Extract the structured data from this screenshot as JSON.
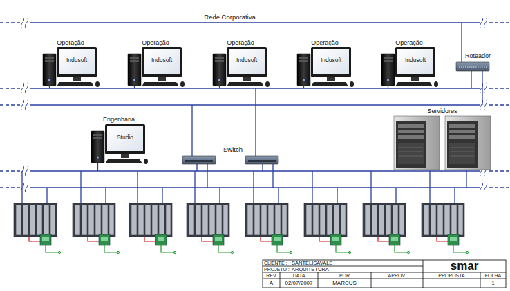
{
  "diagram": {
    "nodes": [
      {
        "text": [
          "Operação",
          "Indusoft"
        ]
      },
      {
        "text": [
          "Operação",
          "Indusoft"
        ]
      },
      {
        "text": [
          "Operação",
          "Indusoft"
        ]
      },
      {
        "text": [
          "Operação",
          "Indusoft"
        ]
      },
      {
        "text": [
          "Operação",
          "Indusoft"
        ]
      },
      {
        "text": [
          "Roteador"
        ]
      },
      {
        "text": [
          "Engenharia",
          "Studio"
        ]
      },
      {
        "text": [
          "Servidores"
        ]
      }
    ],
    "labels": [
      "Rede Corporativa",
      "Switch",
      "CLIENTE :",
      "SANTELISAVALE",
      "PROJETO :",
      "ARQUITETURA",
      "REV",
      "DATA",
      "POR",
      "APROV.",
      "PROPOSTA",
      "FOLHA",
      "A",
      "02/07/2007",
      "MARCUS",
      "1",
      "smar"
    ]
  }
}
